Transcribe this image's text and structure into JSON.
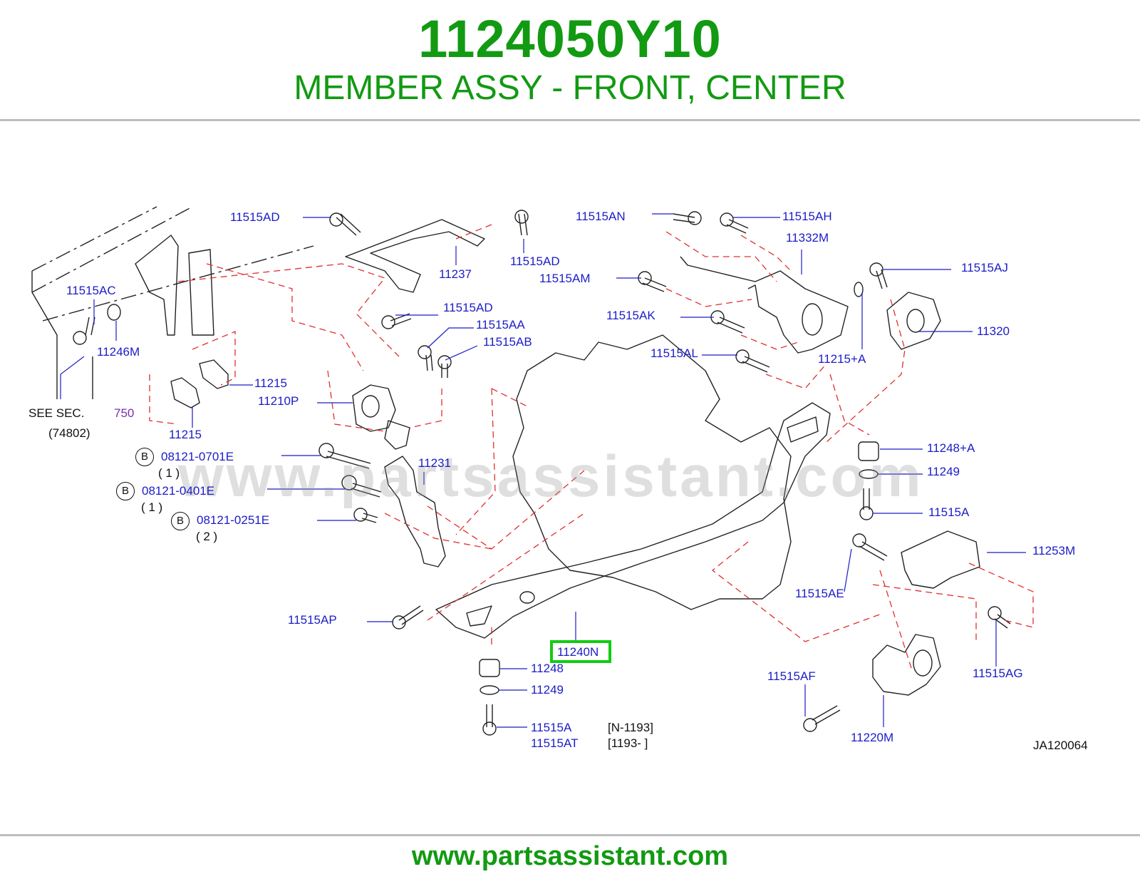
{
  "header": {
    "part_number": "1124050Y10",
    "part_name": "MEMBER ASSY - FRONT, CENTER"
  },
  "watermark": "www.partsassistant.com",
  "diagram_id": "JA120064",
  "see_section": {
    "text": "SEE   SEC.",
    "number": "750",
    "ref": "(74802)"
  },
  "highlighted_part": "11240N",
  "labels": {
    "l_11515ad_1": "11515AD",
    "l_11515ad_2": "11515AD",
    "l_11515ad_3": "11515AD",
    "l_11237": "11237",
    "l_11515an": "11515AN",
    "l_11515ah": "11515AH",
    "l_11332m": "11332M",
    "l_11515am": "11515AM",
    "l_11515aj": "11515AJ",
    "l_11515ac": "11515AC",
    "l_11246m": "11246M",
    "l_11515aa": "11515AA",
    "l_11515ab": "11515AB",
    "l_11515ak": "11515AK",
    "l_11320": "11320",
    "l_11515al": "11515AL",
    "l_11215a": "11215+A",
    "l_11215_1": "11215",
    "l_11210p": "11210P",
    "l_11215_2": "11215",
    "l_08121_0701e": "08121-0701E",
    "l_q1a": "( 1 )",
    "l_08121_0401e": "08121-0401E",
    "l_q1b": "( 1 )",
    "l_08121_0251e": "08121-0251E",
    "l_q2": "( 2 )",
    "l_11231": "11231",
    "l_11248a": "11248+A",
    "l_11249_1": "11249",
    "l_11515a_1": "11515A",
    "l_11253m": "11253M",
    "l_11515ae": "11515AE",
    "l_11515ap": "11515AP",
    "l_11248": "11248",
    "l_11249_2": "11249",
    "l_11515a_2": "11515A",
    "l_11515at": "11515AT",
    "l_range1": "[N-1193]",
    "l_range2": "[1193-            ]",
    "l_11515af": "11515AF",
    "l_11220m": "11220M",
    "l_11515ag": "11515AG",
    "circle_b": "B"
  },
  "colors": {
    "brand_green": "#129a12",
    "label_blue": "#1c1cc8",
    "leader_red": "#e03030",
    "highlight": "#11cc11"
  },
  "footer": {
    "url": "www.partsassistant.com"
  }
}
